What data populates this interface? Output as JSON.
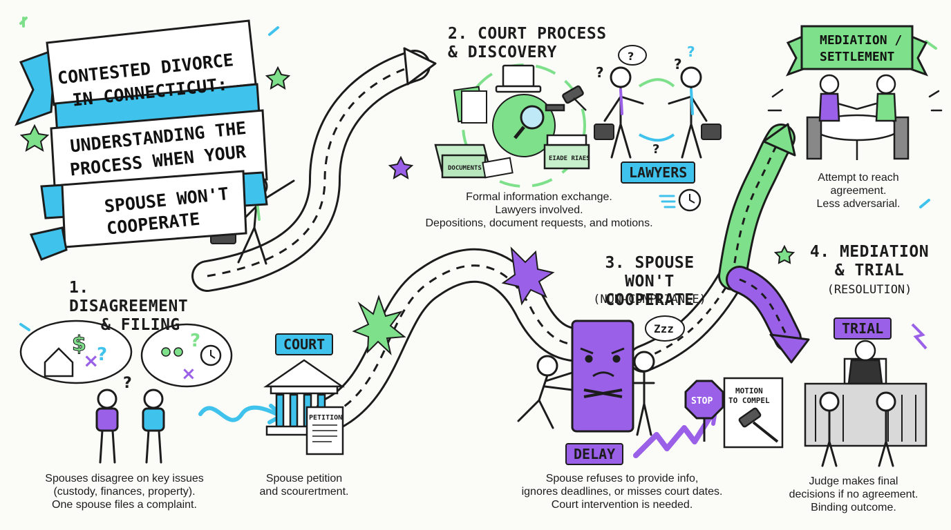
{
  "banner": {
    "lines": [
      "CONTESTED DIVORCE",
      "IN CONNECTICUT:",
      "UNDERSTANDING THE",
      "PROCESS WHEN YOUR",
      "SPOUSE WON'T",
      "COOPERATE"
    ]
  },
  "step1": {
    "title_lines": [
      "1. DISAGREEMENT",
      "& FILING"
    ],
    "desc_lines": [
      "Spouses disagree on key issues",
      "(custody, finances, property).",
      "One spouse files a complaint."
    ]
  },
  "court": {
    "tag": "COURT",
    "petition_label": "PETITION",
    "desc_lines": [
      "Spouse petition",
      "and scourertment."
    ]
  },
  "step2": {
    "title_lines": [
      "2. COURT PROCESS",
      "& DISCOVERY"
    ],
    "desc_lines": [
      "Formal information exchange.",
      "Lawyers involved.",
      "Depositions, document requests, and motions."
    ],
    "box_labels": [
      "DOCUMENTS",
      "EIADE RIAES"
    ]
  },
  "lawyers": {
    "tag": "LAWYERS"
  },
  "step3": {
    "title_lines": [
      "3. SPOUSE WON'T",
      "COOPERATE"
    ],
    "subtitle": "(NON-COMPLIANCE)",
    "desc_lines": [
      "Spouse refuses to provide info,",
      "ignores deadlines, or misses court dates.",
      "Court intervention is needed."
    ],
    "delay_tag": "DELAY",
    "stop_sign": "STOP",
    "motion_lines": [
      "MOTION",
      "TO COMPEL"
    ],
    "sleep": "Zzz"
  },
  "settlement": {
    "banner_lines": [
      "MEDIATION /",
      "SETTLEMENT"
    ],
    "desc_lines": [
      "Attempt to reach",
      "agreement.",
      "Less adversarial."
    ]
  },
  "step4": {
    "title_lines": [
      "4. MEDIATION",
      "& TRIAL"
    ],
    "subtitle": "(RESOLUTION)",
    "trial_tag": "TRIAL",
    "desc_lines": [
      "Judge makes final",
      "decisions if no agreement.",
      "Binding outcome."
    ]
  },
  "colors": {
    "green": "#7ee08a",
    "purple": "#9a60e8",
    "blue": "#3fc3ec",
    "ink": "#1c1c1c"
  },
  "icons": [
    "star-icon",
    "house-icon",
    "dollar-icon",
    "clock-icon",
    "laptop-icon",
    "gavel-icon",
    "magnifier-icon",
    "briefcase-icon",
    "stop-sign-icon",
    "courthouse-icon"
  ]
}
